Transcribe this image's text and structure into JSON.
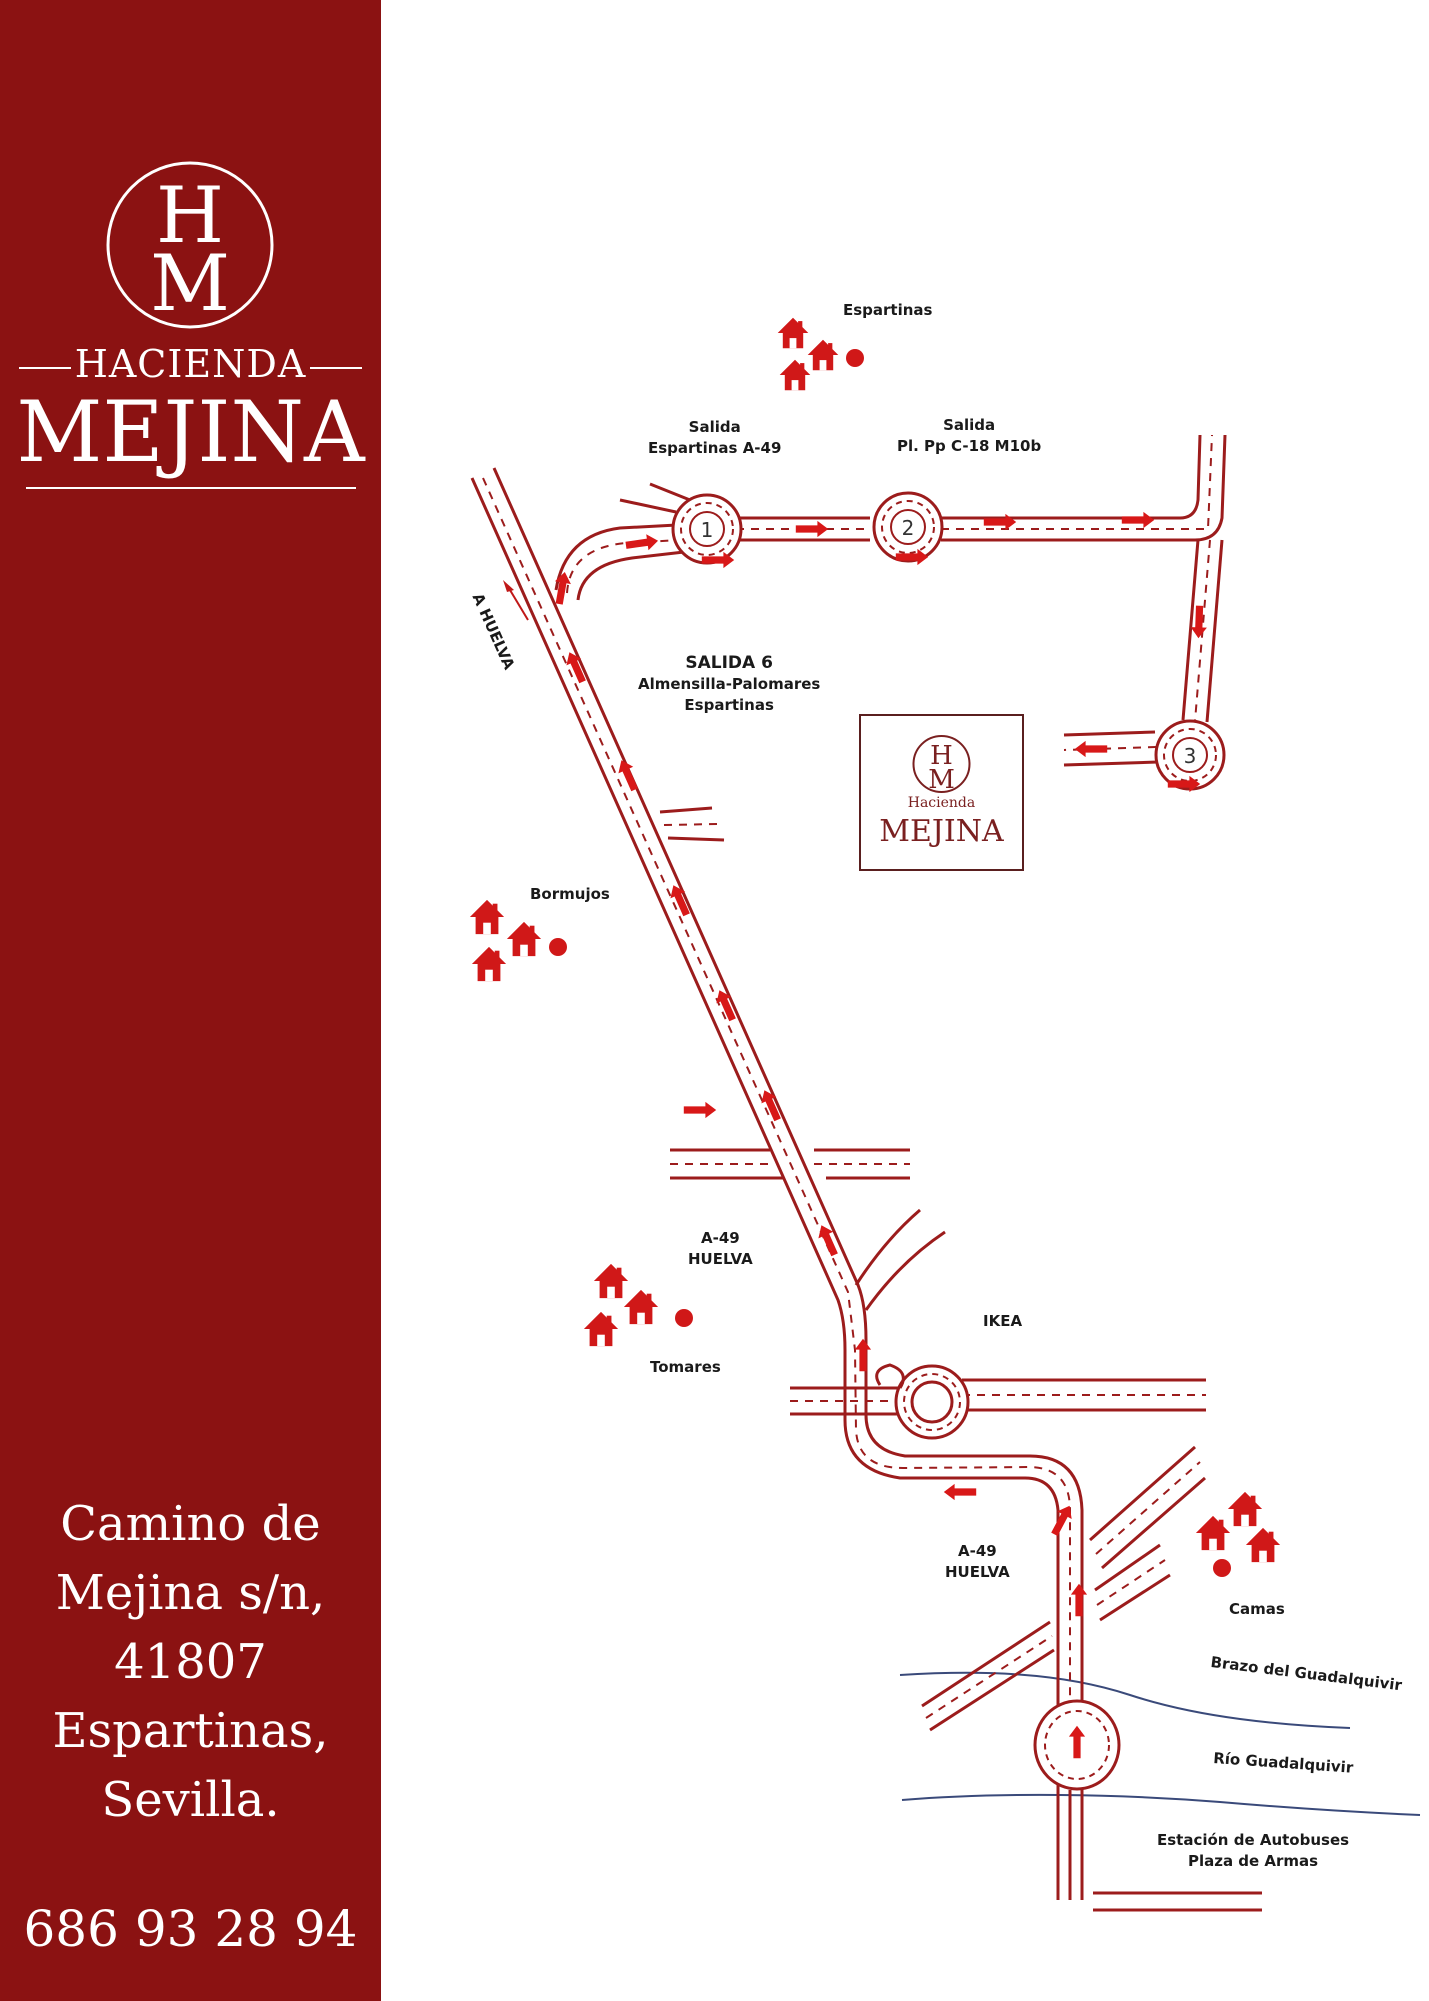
{
  "brand": {
    "monogram_top": "H",
    "monogram_bottom": "M",
    "name_small": "HACIENDA",
    "name_big": "MEJINA",
    "mini_name_small": "Hacienda",
    "mini_name_big": "MEJINA"
  },
  "contact": {
    "address_lines": [
      "Camino de",
      "Mejina s/n,",
      "41807",
      "Espartinas,",
      "Sevilla."
    ],
    "phone": "686 93 28 94"
  },
  "map": {
    "labels": {
      "espartinas": "Espartinas",
      "salida_espartinas_1": "Salida",
      "salida_espartinas_2": "Espartinas A-49",
      "salida_pl_1": "Salida",
      "salida_pl_2": "Pl. Pp C-18 M10b",
      "a_huelva": "A HUELVA",
      "salida6_1": "SALIDA 6",
      "salida6_2": "Almensilla-Palomares",
      "salida6_3": "Espartinas",
      "bormujos": "Bormujos",
      "a49_top_1": "A-49",
      "a49_top_2": "HUELVA",
      "tomares": "Tomares",
      "ikea": "IKEA",
      "a49_bottom_1": "A-49",
      "a49_bottom_2": "HUELVA",
      "camas": "Camas",
      "brazo": "Brazo del Guadalquivir",
      "rio": "Río Guadalquivir",
      "estacion_1": "Estación de Autobuses",
      "estacion_2": "Plaza de Armas"
    },
    "roundabout_numbers": [
      "1",
      "2",
      "3"
    ]
  },
  "colors": {
    "sidebar": "#8b1212",
    "road": "#9c1c1c",
    "arrow": "#d81818",
    "house": "#d01818",
    "river": "#3a4a7a"
  },
  "icons": [
    "house-icon",
    "arrow-icon",
    "roundabout-icon"
  ]
}
